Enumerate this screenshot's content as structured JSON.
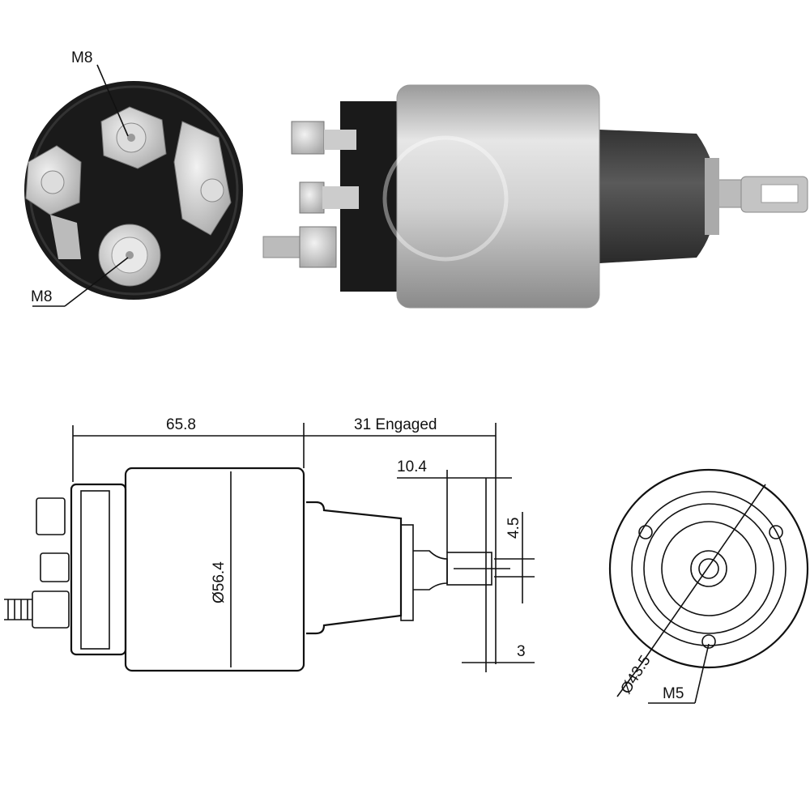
{
  "photo_terminal_view": {
    "upper_stud_label": "M8",
    "lower_stud_label": "M8"
  },
  "drawing_side_view": {
    "body_length_label": "65.8",
    "engaged_travel_label": "31 Engaged",
    "tab_length_label": "10.4",
    "body_diameter_label": "Ø56.4",
    "tab_hole_label": "4.5",
    "tab_offset_label": "3"
  },
  "drawing_end_view": {
    "bolt_circle_label": "Ø43.5",
    "thread_label": "M5"
  },
  "colors": {
    "line": "#111111",
    "body_silver": "#c8c8c8",
    "terminal_black": "#1a1a1a",
    "boot_gray": "#4a4a4a"
  }
}
